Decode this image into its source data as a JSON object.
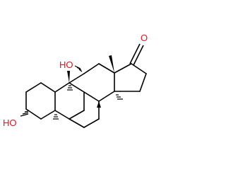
{
  "structure": {
    "atom_labels": {
      "ketone_oxygen": "O",
      "hydroxyl_11": "HO",
      "hydroxyl_3": "HO"
    },
    "colors": {
      "bond": "#000000",
      "oxygen": "#e8101c",
      "background": "#ffffff"
    }
  }
}
